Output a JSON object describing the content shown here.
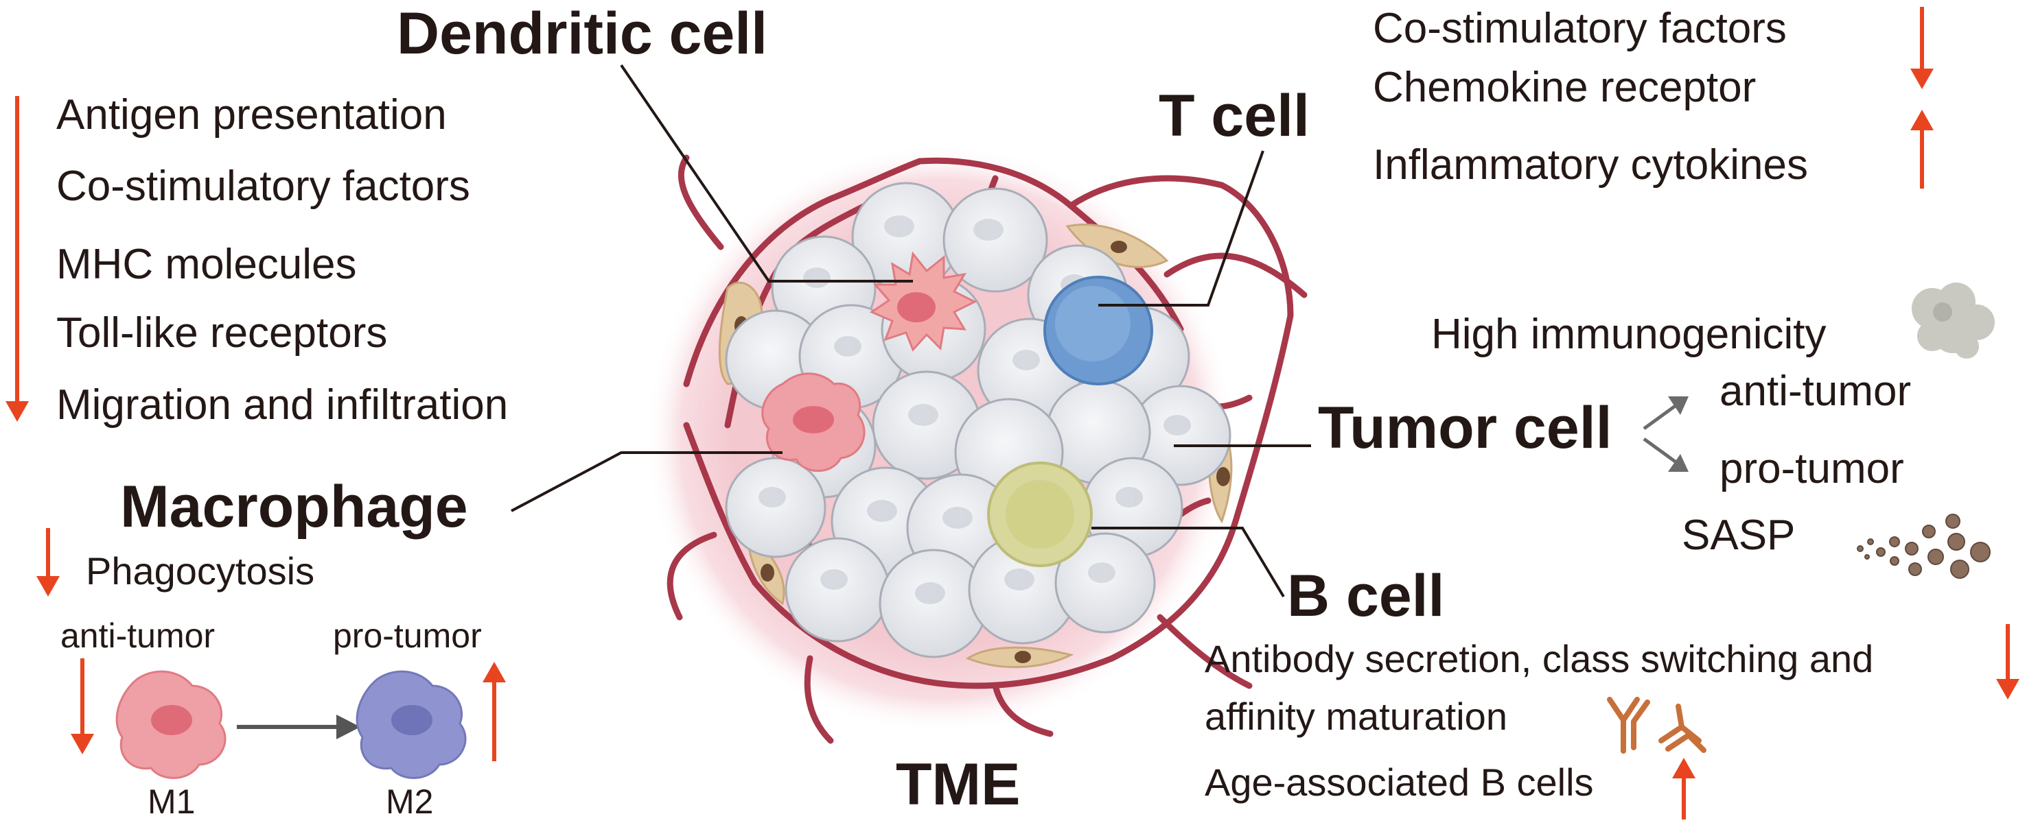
{
  "titles": {
    "dendritic": "Dendritic cell",
    "tcell": "T cell",
    "macrophage": "Macrophage",
    "tumor": "Tumor cell",
    "bcell": "B cell",
    "tme": "TME"
  },
  "dendritic_effects": [
    "Antigen presentation",
    "Co-stimulatory factors",
    "MHC molecules",
    "Toll-like receptors",
    "Migration and infiltration"
  ],
  "tcell_effects": {
    "down": [
      "Co-stimulatory factors",
      "Chemokine receptor"
    ],
    "up": [
      "Inflammatory cytokines"
    ]
  },
  "tumor": {
    "immunogenicity": "High immunogenicity",
    "anti": "anti-tumor",
    "pro": "pro-tumor",
    "sasp": "SASP"
  },
  "macrophage": {
    "phagocytosis": "Phagocytosis",
    "anti": "anti-tumor",
    "pro": "pro-tumor",
    "m1": "M1",
    "m2": "M2"
  },
  "bcell": {
    "line1": "Antibody secretion, class switching and",
    "line2": "affinity maturation",
    "line3": "Age-associated B cells"
  },
  "colors": {
    "arrow": "#e8441f",
    "text": "#231815",
    "vessel": "#a8374a",
    "tumor_cell": "#e4e6ea",
    "tcell": "#6d9bd1",
    "bcell": "#d8d79c",
    "dendritic": "#f2a7a7",
    "macrophage": "#ef9fa6",
    "m2": "#8f93cf",
    "fibroblast": "#e3c9a0"
  }
}
